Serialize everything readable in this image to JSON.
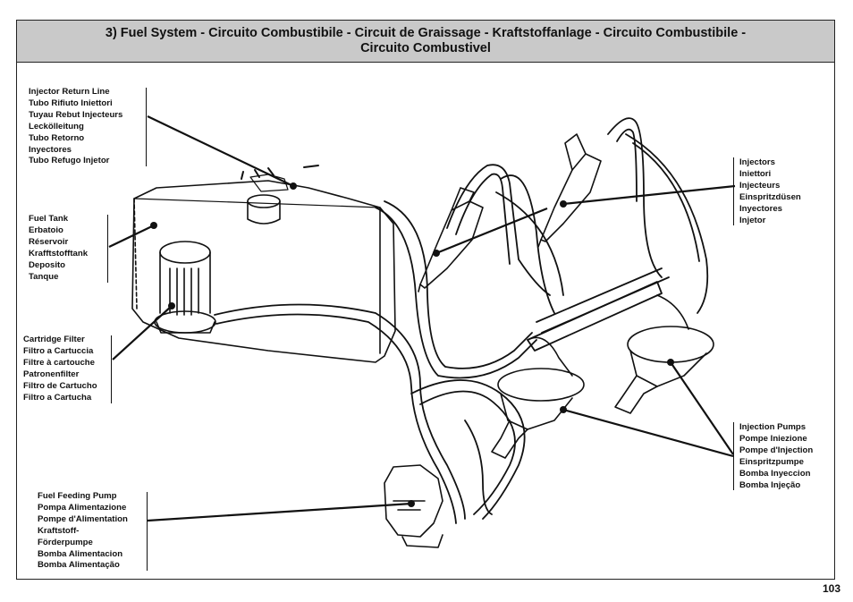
{
  "header": {
    "title_line1": "3) Fuel System - Circuito Combustibile - Circuit de Graissage - Kraftstoffanlage - Circuito Combustibile -",
    "title_line2": "Circuito Combustivel"
  },
  "labels": {
    "injector_return_line": [
      "Injector Return Line",
      "Tubo Rifiuto Iniettori",
      "Tuyau Rebut Injecteurs",
      "Leckölleitung",
      "Tubo Retorno",
      "Inyectores",
      "Tubo Refugo Injetor"
    ],
    "fuel_tank": [
      "Fuel Tank",
      "Erbatoio",
      "Réservoir",
      "Krafftstofftank",
      "Deposito",
      "Tanque"
    ],
    "cartridge_filter": [
      "Cartridge Filter",
      "Filtro a Cartuccia",
      "Filtre à cartouche",
      "Patronenfilter",
      "Filtro de Cartucho",
      "Filtro a Cartucha"
    ],
    "fuel_feeding_pump": [
      "Fuel Feeding Pump",
      "Pompa Alimentazione",
      "Pompe d'Alimentation",
      "Kraftstoff-",
      "Förderpumpe",
      "Bomba Alimentacion",
      "Bomba Alimentação"
    ],
    "injectors": [
      "Injectors",
      "Iniettori",
      "Injecteurs",
      "Einspritzdüsen",
      "Inyectores",
      "Injetor"
    ],
    "injection_pumps": [
      "Injection Pumps",
      "Pompe Iniezione",
      "Pompe d'Injection",
      "Einspritzpumpe",
      "Bomba Inyeccion",
      "Bomba Injeção"
    ]
  },
  "page_number": "103"
}
